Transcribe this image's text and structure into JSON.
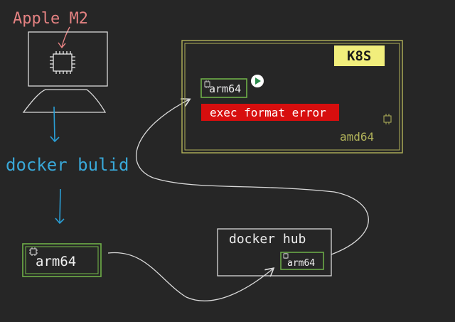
{
  "machine": {
    "label": "Apple M2"
  },
  "build": {
    "label": "docker bulid"
  },
  "local_image": {
    "label": "arm64"
  },
  "registry": {
    "label": "docker hub",
    "image_label": "arm64"
  },
  "cluster": {
    "badge": "K8S",
    "pod_label": "arm64",
    "error_text": "exec format error",
    "node_arch": "amd64"
  },
  "colors": {
    "background": "#262626",
    "sketch_line": "#d9d9d9",
    "machine_label": "#e48282",
    "build_text": "#39a8d8",
    "arrow_blue": "#2a9fd6",
    "image_green": "#6fb048",
    "cluster_border": "#b2b35a",
    "badge_bg": "#f1ee7c",
    "error_bg": "#d70e0e",
    "error_text": "#ffffff",
    "play_green": "#2b8b4c"
  }
}
